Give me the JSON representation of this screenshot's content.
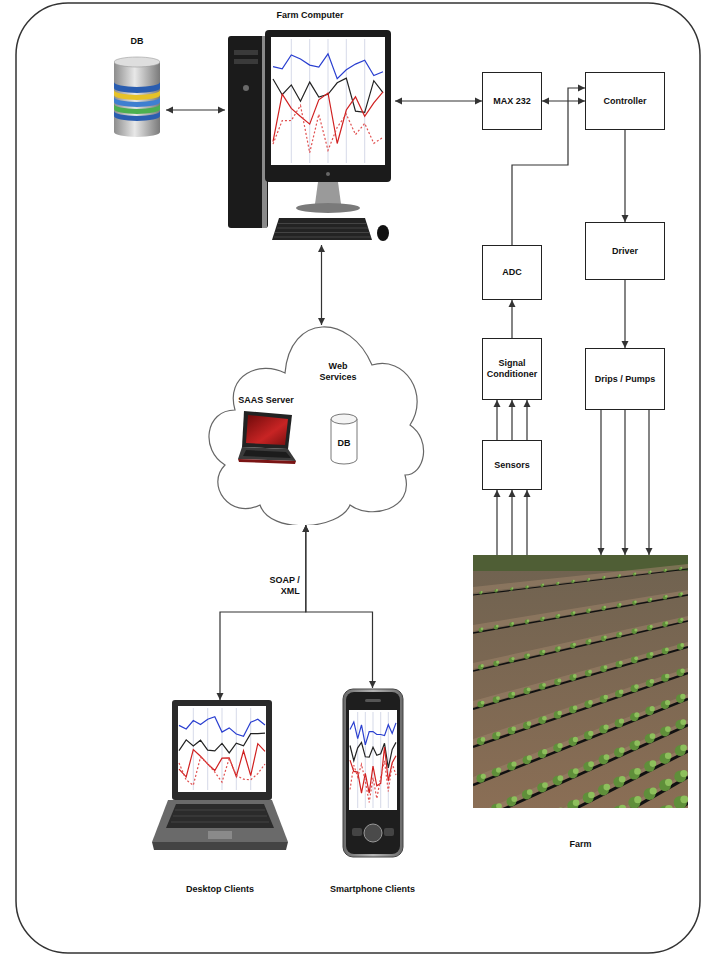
{
  "diagram": {
    "nodes": [
      {
        "text": [
          "DB"
        ]
      },
      {
        "text": [
          "Farm Computer"
        ]
      },
      {
        "text": [
          "MAX 232"
        ]
      },
      {
        "text": [
          "Controller"
        ]
      },
      {
        "text": [
          "ADC"
        ]
      },
      {
        "text": [
          "Driver"
        ]
      },
      {
        "text": [
          "Signal Conditioner"
        ]
      },
      {
        "text": [
          "Drips / Pumps"
        ]
      },
      {
        "text": [
          "Sensors"
        ]
      },
      {
        "text": [
          "Web Services"
        ]
      },
      {
        "text": [
          "SAAS Server"
        ],
        "in": 9
      },
      {
        "text": [
          "DB"
        ],
        "in": 9
      },
      {
        "text": [
          "Desktop Clients"
        ]
      },
      {
        "text": [
          "Smartphone Clients"
        ]
      },
      {
        "text": [
          "Farm"
        ]
      }
    ],
    "edges": [
      {
        "from": 0,
        "to": 1,
        "arrow": "both"
      },
      {
        "from": 1,
        "to": 2,
        "arrow": "both"
      },
      {
        "from": 2,
        "to": 3,
        "arrow": "both"
      },
      {
        "from": 4,
        "to": 3,
        "arrow": "to"
      },
      {
        "from": 3,
        "to": 5,
        "arrow": "to"
      },
      {
        "from": 5,
        "to": 7,
        "arrow": "to"
      },
      {
        "from": 6,
        "to": 4,
        "arrow": "to"
      },
      {
        "from": 8,
        "to": 6,
        "arrow": "to"
      },
      {
        "from": 14,
        "to": 8,
        "arrow": "to"
      },
      {
        "from": 7,
        "to": 14,
        "arrow": "to"
      },
      {
        "from": 1,
        "to": 9,
        "arrow": "both"
      },
      {
        "from": 10,
        "to": 11,
        "arrow": "both"
      },
      {
        "from": 9,
        "to": 12,
        "arrow": "both",
        "label": "SOAP / XML"
      },
      {
        "from": 9,
        "to": 13,
        "arrow": "both"
      }
    ]
  }
}
